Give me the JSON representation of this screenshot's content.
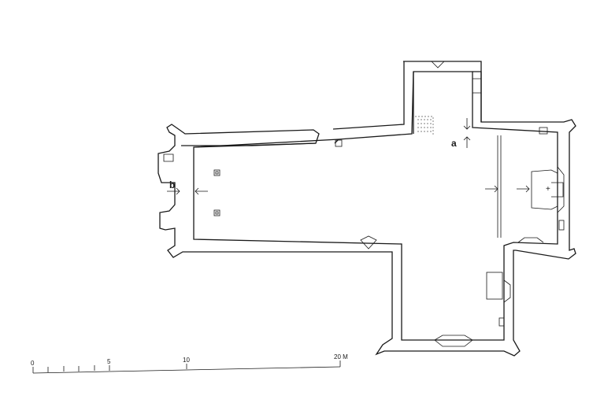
{
  "plan": {
    "section_labels": {
      "a": "a",
      "b": "b"
    },
    "altar_mark": "+",
    "scale": {
      "ticks": [
        "0",
        "5",
        "10",
        "20 M"
      ]
    }
  }
}
